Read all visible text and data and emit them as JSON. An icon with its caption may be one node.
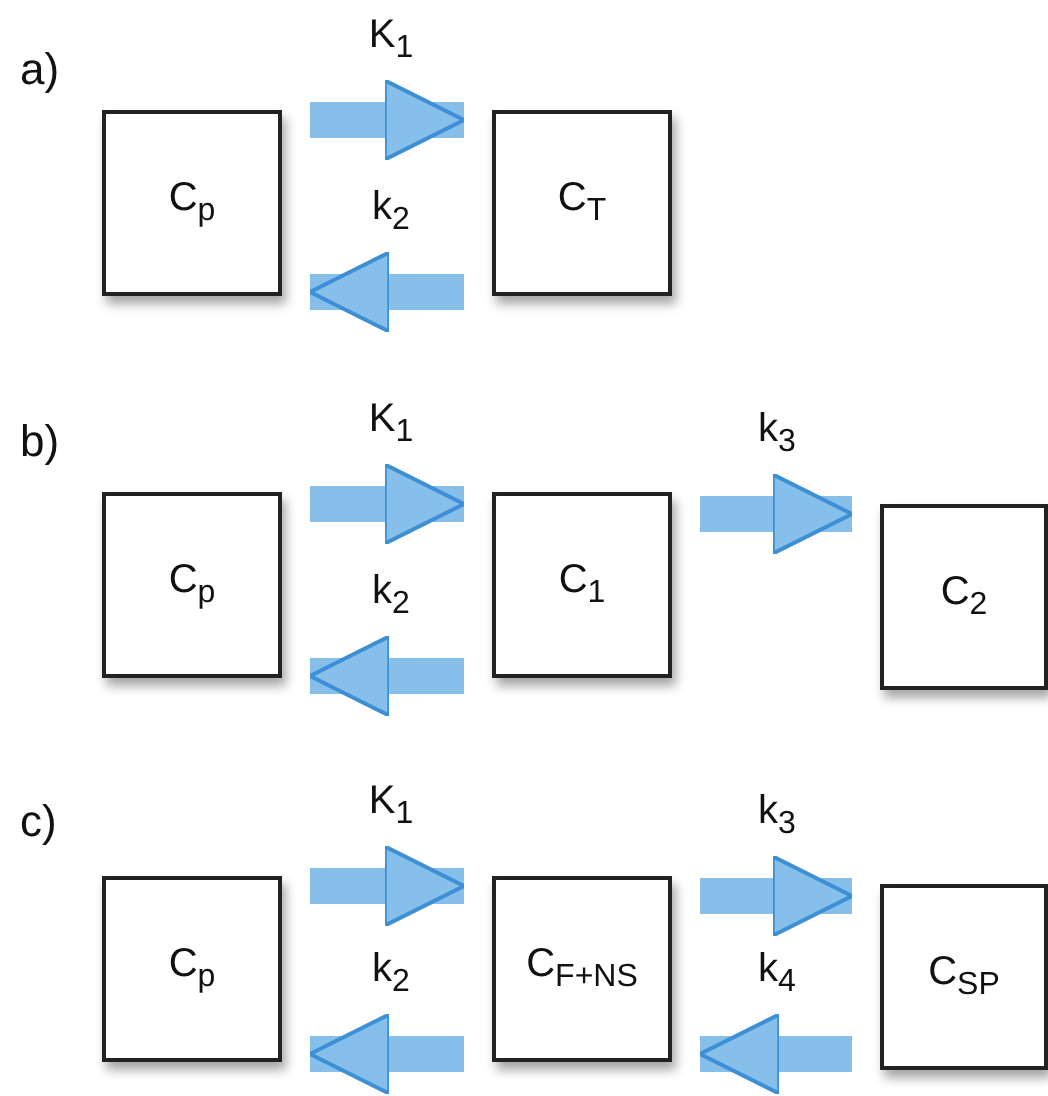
{
  "diagram": {
    "nodes": [
      {
        "text": [
          "C$_{p}$"
        ]
      },
      {
        "text": [
          "C$_{T}$"
        ]
      },
      {
        "text": [
          "C$_{p}$"
        ]
      },
      {
        "text": [
          "C$_{1}$"
        ]
      },
      {
        "text": [
          "C$_{2}$"
        ]
      },
      {
        "text": [
          "C$_{p}$"
        ]
      },
      {
        "text": [
          "C$_{F+NS}$"
        ]
      },
      {
        "text": [
          "C$_{SP}$"
        ]
      }
    ],
    "edges": [
      {
        "from": 0,
        "to": 1,
        "arrow": "to",
        "label": "K$_{1}$"
      },
      {
        "from": 1,
        "to": 0,
        "arrow": "to",
        "label": "k$_{2}$"
      },
      {
        "from": 2,
        "to": 3,
        "arrow": "to",
        "label": "K$_{1}$"
      },
      {
        "from": 3,
        "to": 2,
        "arrow": "to",
        "label": "k$_{2}$"
      },
      {
        "from": 3,
        "to": 4,
        "arrow": "to",
        "label": "k$_{3}$"
      },
      {
        "from": 5,
        "to": 6,
        "arrow": "to",
        "label": "K$_{1}$"
      },
      {
        "from": 6,
        "to": 5,
        "arrow": "to",
        "label": "k$_{2}$"
      },
      {
        "from": 6,
        "to": 7,
        "arrow": "to",
        "label": "k$_{3}$"
      },
      {
        "from": 7,
        "to": 6,
        "arrow": "to",
        "label": "k$_{4}$"
      }
    ],
    "labels": [
      "a)",
      "b)",
      "c)"
    ]
  }
}
